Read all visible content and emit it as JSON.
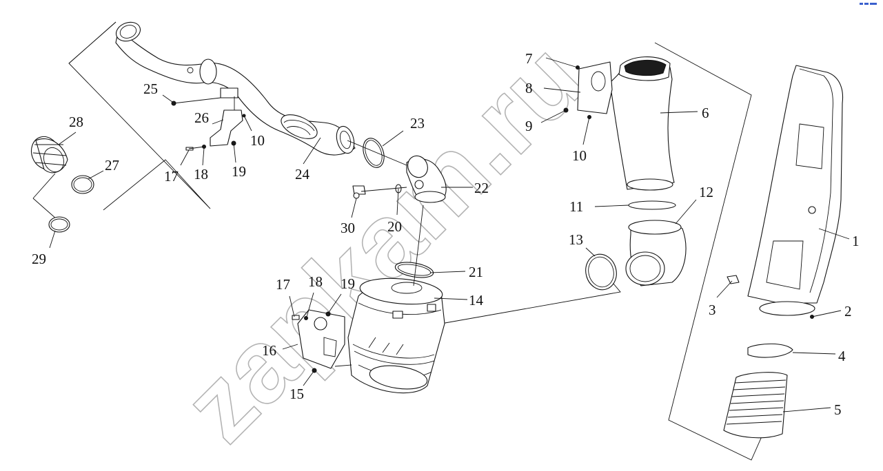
{
  "diagram": {
    "callouts": [
      "1",
      "2",
      "3",
      "4",
      "5",
      "6",
      "7",
      "8",
      "9",
      "10",
      "10",
      "11",
      "12",
      "13",
      "14",
      "15",
      "16",
      "17",
      "17",
      "18",
      "18",
      "19",
      "19",
      "20",
      "21",
      "22",
      "23",
      "24",
      "25",
      "26",
      "27",
      "28",
      "29",
      "30"
    ],
    "watermark": "zapkam.ru"
  }
}
